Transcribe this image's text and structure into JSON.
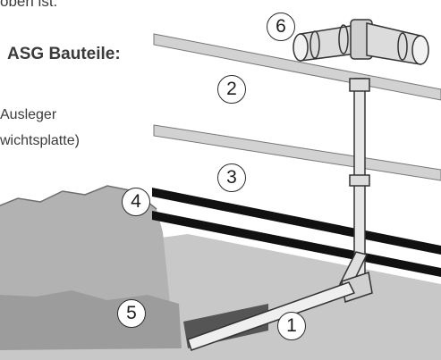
{
  "text": {
    "top_line": "oben ist.",
    "heading": "ASG Bauteile:",
    "item_line1": "Ausleger",
    "item_line2": "wichtsplatte)"
  },
  "callouts": [
    "1",
    "2",
    "3",
    "4",
    "5",
    "6"
  ],
  "colors": {
    "floor": "#c9c9c9",
    "wall": "#b3b3b3",
    "rail_grey": "#cfcfcf",
    "rail_black": "#111111",
    "post": "#e6e6e6",
    "outline": "#2a2a2a"
  }
}
